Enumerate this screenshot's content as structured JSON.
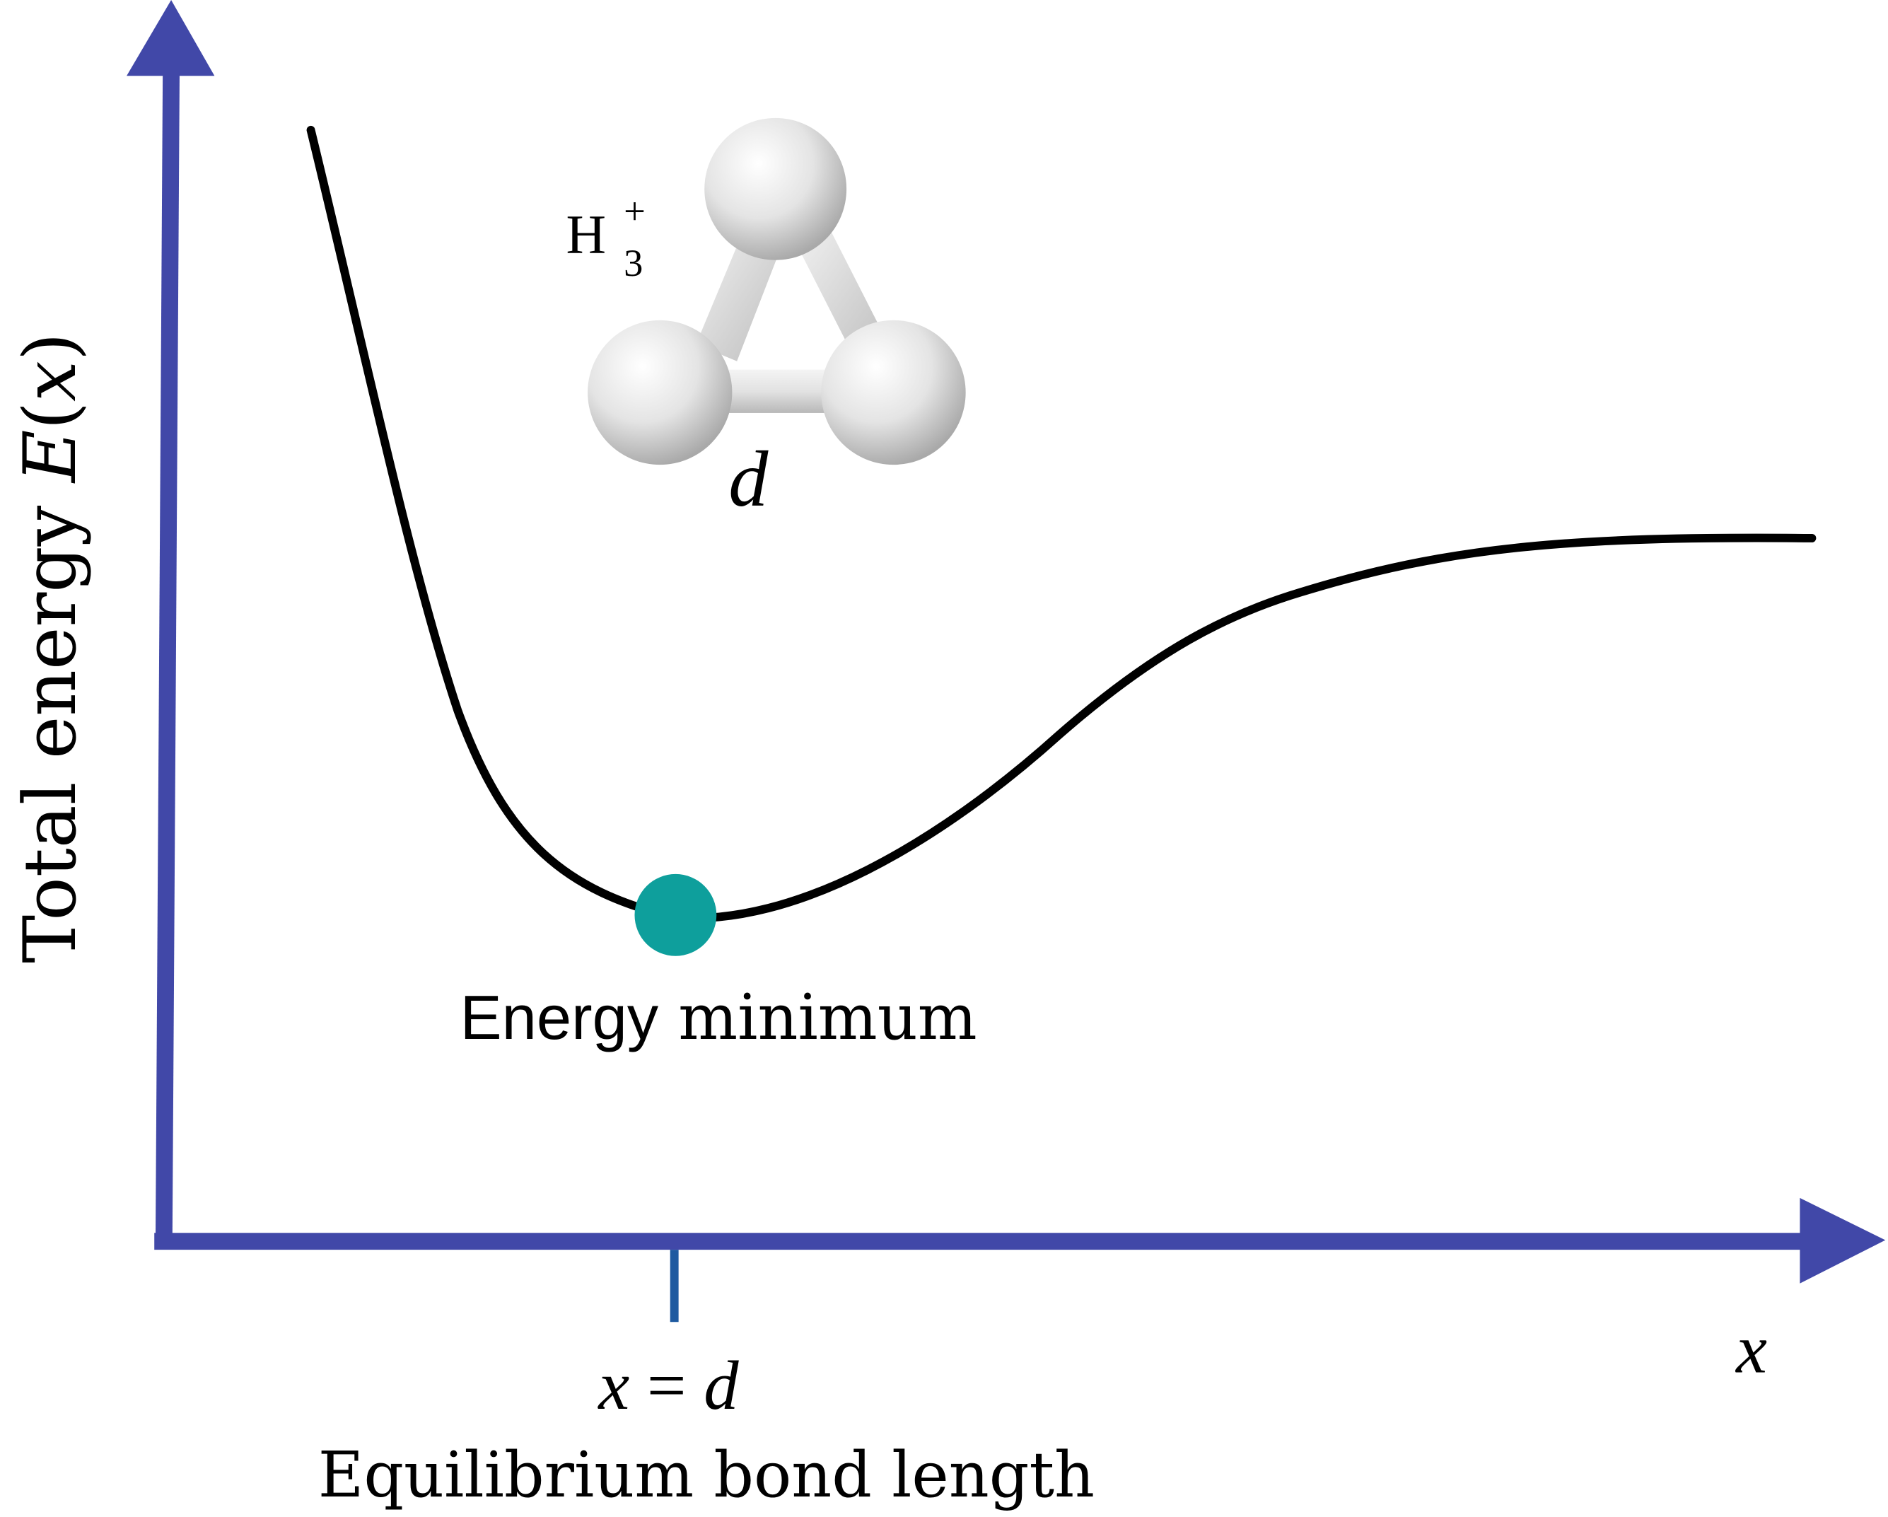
{
  "diagram": {
    "y_axis_label_text": "Total energy ",
    "y_axis_label_func": "E",
    "y_axis_label_open": "(",
    "y_axis_label_var": "x",
    "y_axis_label_close": ")",
    "x_axis_label": "x",
    "minimum_label_sans": "Energy",
    "minimum_label_serif": " minimum",
    "tick_label_lhs": "x",
    "tick_label_eq": " = ",
    "tick_label_rhs": "d",
    "tick_caption": "Equilibrium bond length",
    "molecule_label_base": "H",
    "molecule_label_sub": "3",
    "molecule_label_sup": "+",
    "bond_label": "d"
  },
  "colors": {
    "axis": "#4148a8",
    "curve": "#000000",
    "minimum_point": "#0e9f9c",
    "tick": "#1e5aa0",
    "atom": "#e6e6e6"
  }
}
